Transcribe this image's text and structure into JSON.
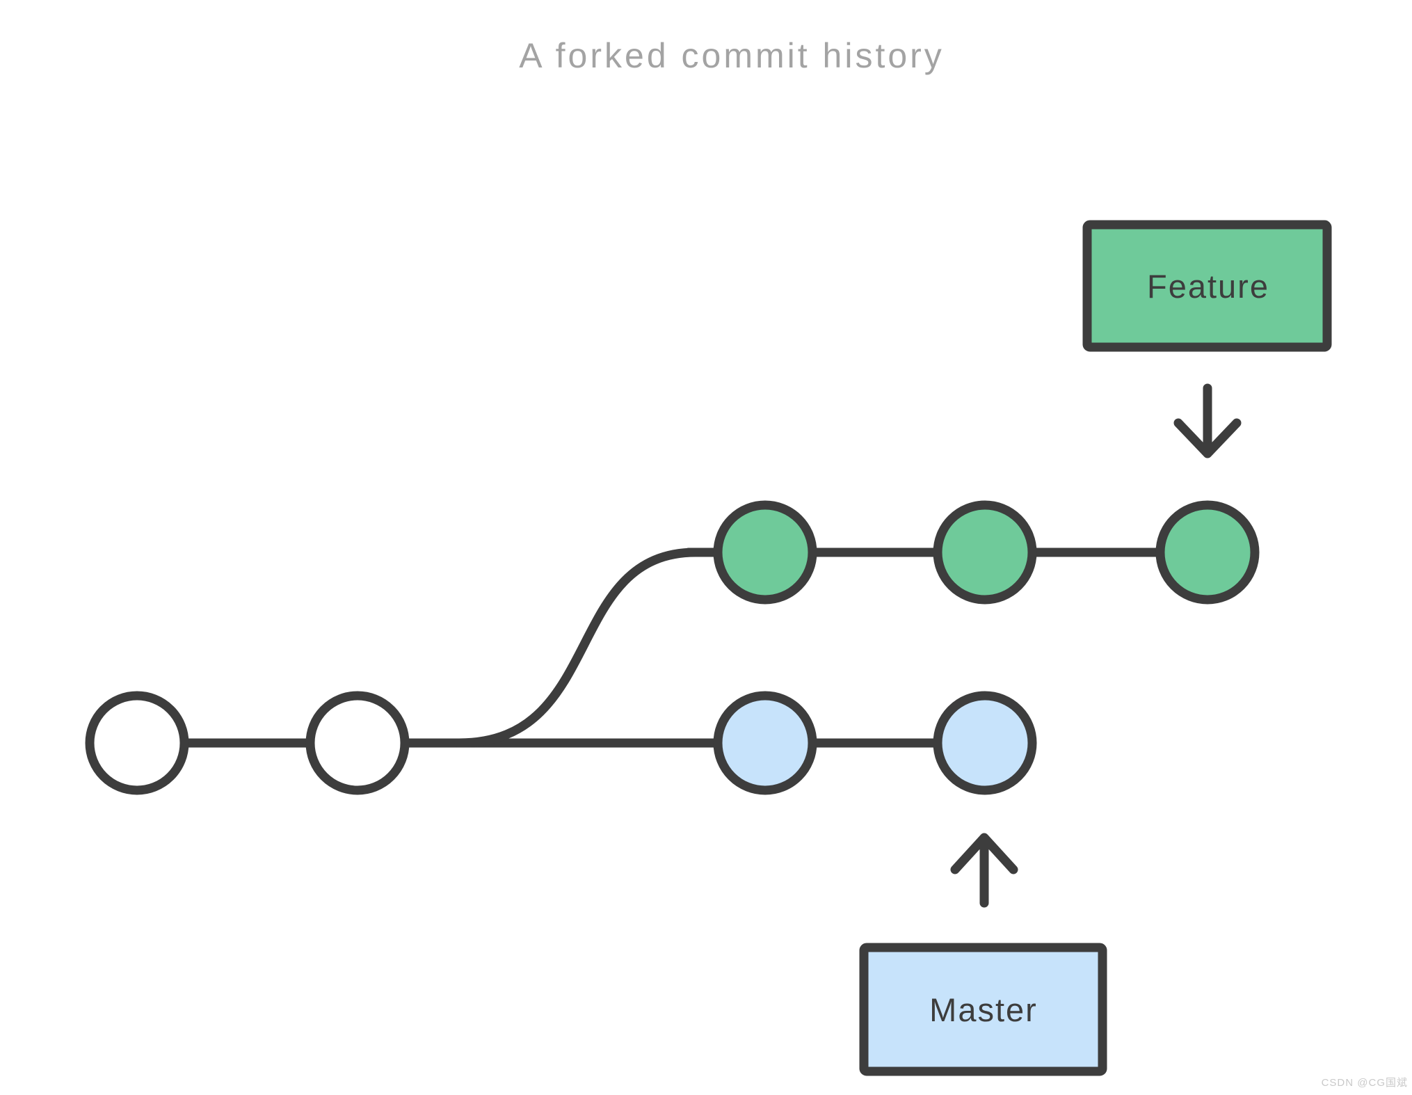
{
  "title": "A forked commit history",
  "watermark": "CSDN @CG国斌",
  "colors": {
    "outline": "#3d3d3d",
    "title": "#a3a3a3",
    "feature_green": "#6fca9a",
    "master_blue": "#c7e3fb",
    "base_white": "#ffffff",
    "watermark_gray": "#c9c9c9"
  },
  "graph": {
    "base_commits": 2,
    "branches": [
      {
        "id": "feature",
        "label": "Feature",
        "commits": 3,
        "pointer": "down-arrow"
      },
      {
        "id": "master",
        "label": "Master",
        "commits": 2,
        "pointer": "up-arrow"
      }
    ]
  }
}
